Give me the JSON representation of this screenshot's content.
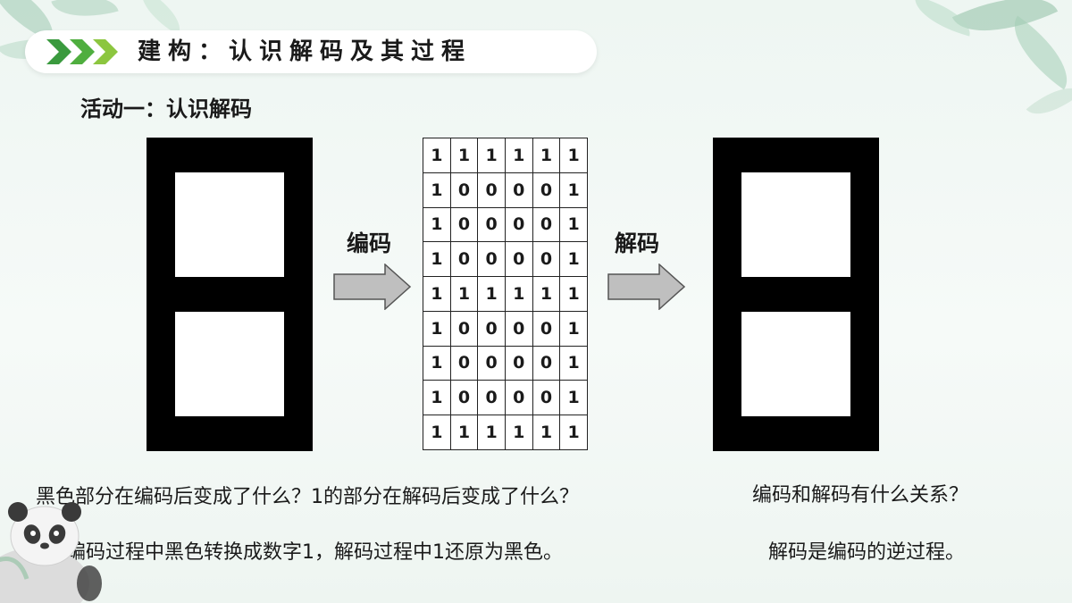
{
  "header": {
    "title": "建构：认识解码及其过程"
  },
  "activity_title": "活动一：认识解码",
  "arrows": {
    "encode_label": "编码",
    "decode_label": "解码"
  },
  "grid": {
    "rows": [
      [
        "1",
        "1",
        "1",
        "1",
        "1",
        "1"
      ],
      [
        "1",
        "0",
        "0",
        "0",
        "0",
        "1"
      ],
      [
        "1",
        "0",
        "0",
        "0",
        "0",
        "1"
      ],
      [
        "1",
        "0",
        "0",
        "0",
        "0",
        "1"
      ],
      [
        "1",
        "1",
        "1",
        "1",
        "1",
        "1"
      ],
      [
        "1",
        "0",
        "0",
        "0",
        "0",
        "1"
      ],
      [
        "1",
        "0",
        "0",
        "0",
        "0",
        "1"
      ],
      [
        "1",
        "0",
        "0",
        "0",
        "0",
        "1"
      ],
      [
        "1",
        "1",
        "1",
        "1",
        "1",
        "1"
      ]
    ]
  },
  "questions": {
    "q1": "黑色部分在编码后变成了什么？1的部分在解码后变成了什么？",
    "a1": "编码过程中黑色转换成数字1，解码过程中1还原为黑色。",
    "q2": "编码和解码有什么关系？",
    "a2": "解码是编码的逆过程。"
  },
  "colors": {
    "accent_green": "#3a9a3e",
    "accent_light_green": "#8cc63f",
    "arrow_fill": "#bfbfbf",
    "shape_black": "#000000"
  },
  "icons": [
    "chevrons-icon",
    "right-arrow-icon",
    "panda-illustration",
    "leaf-decoration"
  ]
}
